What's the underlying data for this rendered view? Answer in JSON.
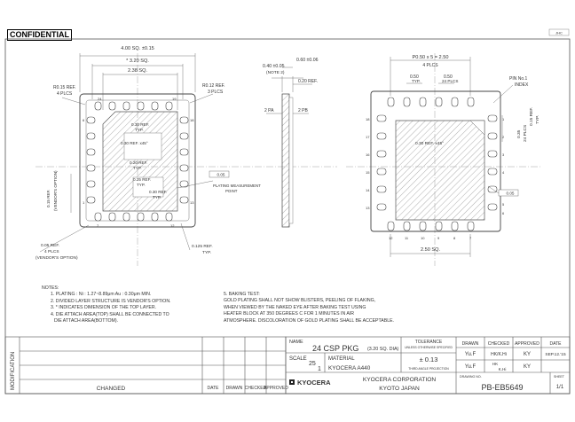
{
  "header": {
    "confidential": "CONFIDENTIAL",
    "corner_tag": "JHC"
  },
  "left_view": {
    "dim_body": "4.00 SQ. ±0.15",
    "dim_pad_span": "* 3.20 SQ.",
    "dim_die": "2.38 SQ.",
    "r_left": "R0.15 REF.",
    "r_left_sub": "4 PLCS",
    "r_right": "R0.12 REF.",
    "r_right_sub": "3 PLCS",
    "ref_a": "0.30 REF.",
    "ref_a_sub": "TYP.",
    "ref_b": "0.30 REF. x45°",
    "ref_c": "0.20 REF.",
    "ref_c_sub": "TYP.",
    "ref_d": "0.25 REF.",
    "ref_d_sub": "TYP.",
    "ref_e": "0.30 REF.",
    "ref_e_sub": "TYP.",
    "flatness": "0.05",
    "plating_point": "PLATING MEASUREMENT",
    "plating_point_2": "POINT",
    "side_dim": "0.15 REF.",
    "side_dim_2": "(VENDOR'S OPTION)",
    "corner_note": "0.05 REF.",
    "corner_note_2": "4 PLCS",
    "corner_note_3": "(VENDOR'S OPTION)",
    "typ_dim": "0.125 REF.",
    "typ_dim_sub": "TYP.",
    "pins_top": [
      "24",
      "19"
    ],
    "pins_side": [
      "1",
      "6",
      "13",
      "18"
    ],
    "pins_bottom": [
      "7",
      "12"
    ]
  },
  "mid_view": {
    "thickness_1": "0.40 ±0.05",
    "thickness_1_note": "(NOTE 2)",
    "thickness_2": "0.60 ±0.06",
    "ref": "0.20 REF.",
    "label_left": "2 PA",
    "label_right": "2 PB"
  },
  "right_view": {
    "pitch": "P0.50 x 5 = 2.50",
    "pitch_sub": "4 PLCS",
    "pad_l": "0.50",
    "pad_l_sub": "TYP.",
    "pad_r": "0.50",
    "pad_r_sub": "24 PLCS",
    "pin1": "PIN No.1",
    "pin1_sub": "INDEX",
    "side_1": "0.35",
    "side_1_sub": "24 PLCS",
    "side_2": "0.15 REF.",
    "side_2_sub": "TYP.",
    "center_ref": "0.30 REF. x45°",
    "flatness": "0.05",
    "bottom_dim": "2.50 SQ.",
    "pins_side_left": [
      "18",
      "17",
      "16",
      "15",
      "14",
      "13"
    ],
    "pins_side_right": [
      "1",
      "2",
      "3",
      "4",
      "5",
      "6"
    ],
    "pins_bottom": [
      "12",
      "11",
      "10",
      "9",
      "8",
      "7"
    ]
  },
  "notes": {
    "heading": "NOTES:",
    "left": [
      "1. PLATING : Ni : 1.27~8.89μm  Au : 0.30μm MIN.",
      "2. DIVIDED LAYER STRUCTURE IS VENDOR'S OPTION.",
      "3. * INDICATES DIMENSION OF THE TOP LAYER.",
      "4. DIE ATTACH AREA(TOP) SHALL BE CONNECTED TO",
      "   DIE ATTACH AREA(BOTTOM)."
    ],
    "right": [
      "5. BAKING TEST:",
      "   GOLD PLATING SHALL NOT SHOW BLISTERS, PEELING OF FLAKING,",
      "   WHEN VIEWED BY THE NAKED EYE AFTER BAKING TEST USING",
      "   HEATER BLOCK AT 350 DEGREES C FOR 1 MINUTES IN AIR",
      "   ATMOSPHERE. DISCOLORATION OF GOLD PLATING SHALL BE ACCEPTABLE."
    ]
  },
  "title_block": {
    "modification": "MODIFICATION",
    "changed": "CHANGED",
    "rev_headers": [
      "DATE",
      "DRAWN",
      "CHECKED",
      "APPROVED"
    ],
    "name_label": "NAME",
    "name_value": "24 CSP PKG",
    "name_detail": "(3.20 SQ. DIA)",
    "scale_label": "SCALE",
    "scale_num": "25",
    "scale_den": "1",
    "material_label": "MATERIAL",
    "material_value": "KYOCERA A440",
    "tolerance_label": "TOLERANCE",
    "tolerance_sub": "UNLESS OTHERWISE SPECIFIED",
    "tolerance_value": "± 0.13",
    "projection": "THIRD ANGLE PROJECTION",
    "logo": "KYOCERA",
    "company": "KYOCERA CORPORATION",
    "city": "KYOTO JAPAN",
    "sign_headers": [
      "DRAWN",
      "CHECKED",
      "APPROVED",
      "DATE"
    ],
    "drawn_1": "Yu.F",
    "checked_1": "HK/K.Hi",
    "approved_1": "KY",
    "date": "SEP.12.'15",
    "drawn_2": "Yu.F",
    "checked_2": "HK",
    "checked_3": "K.Hi",
    "approved_2": "KY",
    "drawing_no_label": "DRAWING NO.",
    "drawing_no": "PB-EB5649",
    "sheet_label": "SHEET",
    "sheet_value": "1/1"
  }
}
